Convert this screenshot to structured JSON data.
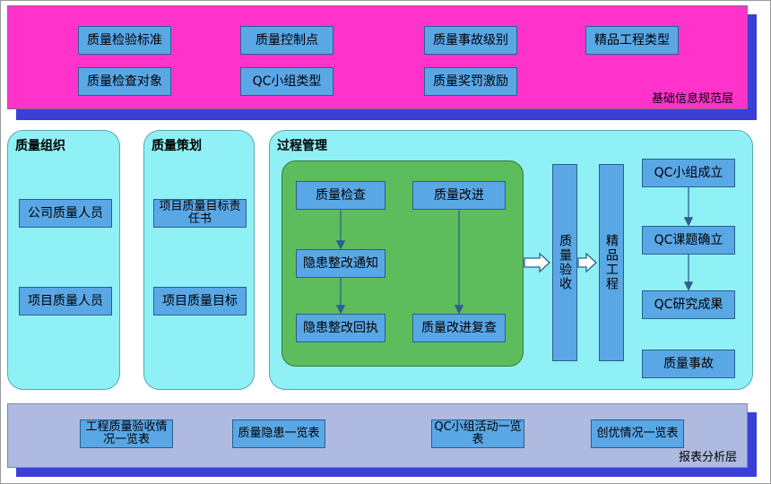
{
  "basic_layer": {
    "label": "基础信息规范层",
    "items": [
      "质量检验标准",
      "质量控制点",
      "质量事故级别",
      "精品工程类型",
      "质量检查对象",
      "QC小组类型",
      "质量奖罚激励"
    ]
  },
  "quality_org": {
    "title": "质量组织",
    "items": [
      "公司质量人员",
      "项目质量人员"
    ]
  },
  "quality_plan": {
    "title": "质量策划",
    "items": [
      "项目质量目标责任书",
      "项目质量目标"
    ]
  },
  "process": {
    "title": "过程管理",
    "inspection": "质量检查",
    "notice": "隐患整改通知",
    "receipt": "隐患整改回执",
    "improve": "质量改进",
    "recheck": "质量改进复查",
    "acceptance": "质量验收",
    "excellent": "精品工程",
    "qc_setup": "QC小组成立",
    "qc_topic": "QC课题确立",
    "qc_result": "QC研究成果",
    "accident": "质量事故"
  },
  "report_layer": {
    "label": "报表分析层",
    "items": [
      "工程质量验收情况一览表",
      "质量隐患一览表",
      "QC小组活动一览表",
      "创优情况一览表"
    ]
  }
}
